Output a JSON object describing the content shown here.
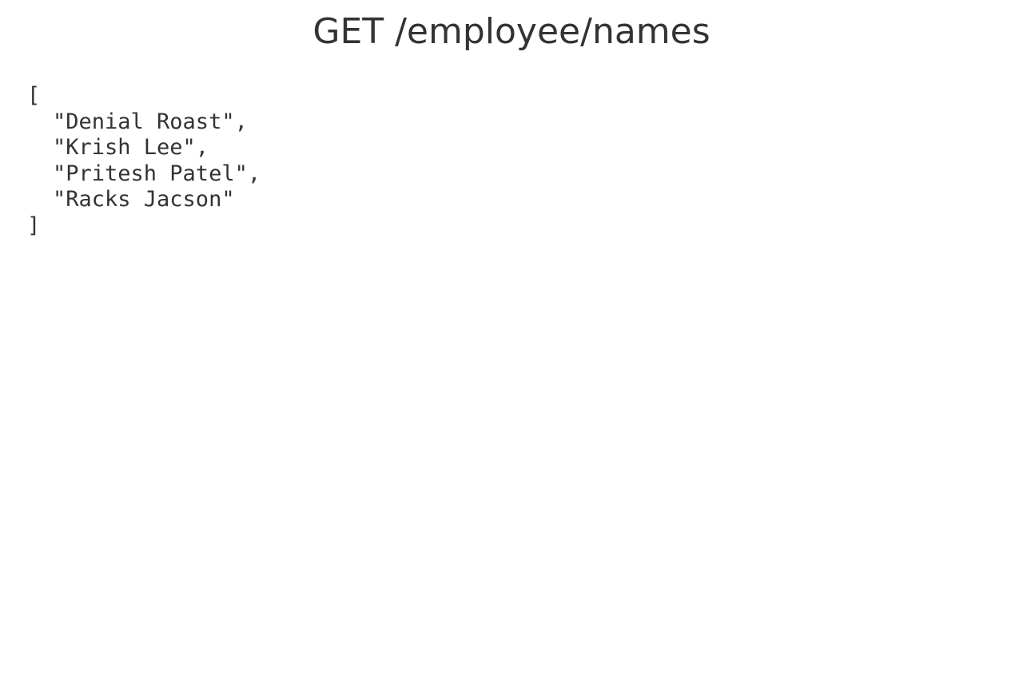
{
  "page": {
    "title": "GET /employee/names"
  },
  "response": {
    "open_bracket": "[",
    "items": [
      "\"Denial Roast\",",
      "\"Krish Lee\",",
      "\"Pritesh Patel\",",
      "\"Racks Jacson\""
    ],
    "close_bracket": "]"
  }
}
